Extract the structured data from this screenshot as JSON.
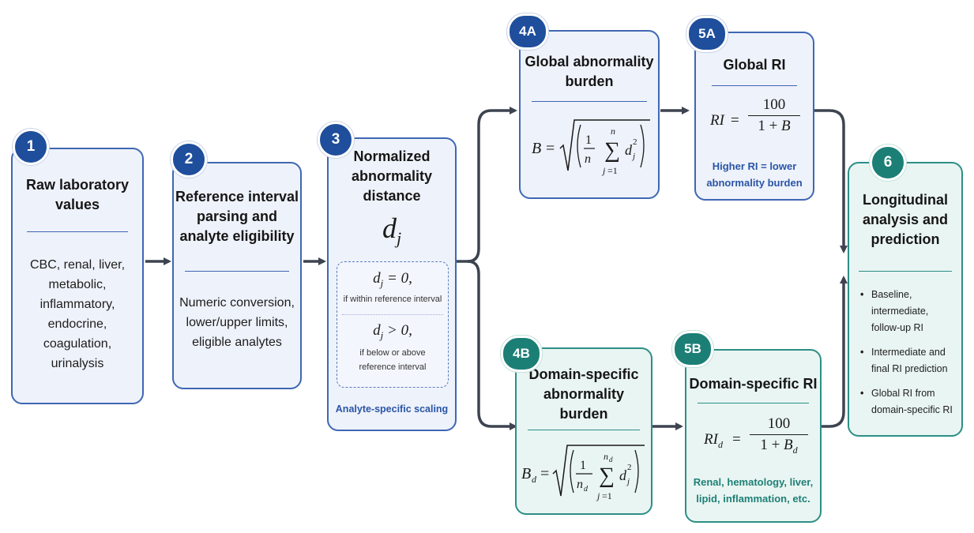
{
  "steps": {
    "s1": {
      "badge": "1",
      "title": "Raw laboratory values",
      "lines": [
        "CBC, renal, liver,",
        "metabolic,",
        "inflammatory,",
        "endocrine,",
        "coagulation,",
        "urinalysis"
      ]
    },
    "s2": {
      "badge": "2",
      "title_lines": [
        "Reference interval",
        "parsing and",
        "analyte eligibility"
      ],
      "lines": [
        "Numeric conversion,",
        "lower/upper limits,",
        "eligible analytes"
      ]
    },
    "s3": {
      "badge": "3",
      "title_lines": [
        "Normalized",
        "abnormality",
        "distance"
      ],
      "symbol": "d",
      "symbol_sub": "j",
      "case1_formula": "= 0,",
      "case1_caption": "if within reference interval",
      "case2_formula": "> 0,",
      "case2_caption_lines": [
        "if below or above",
        "reference interval"
      ],
      "note": "Analyte-specific scaling"
    },
    "s4a": {
      "badge": "4A",
      "title_lines": [
        "Global abnormality",
        "burden"
      ]
    },
    "s4b": {
      "badge": "4B",
      "title_lines": [
        "Domain-specific",
        "abnormality",
        "burden"
      ]
    },
    "s5a": {
      "badge": "5A",
      "title": "Global RI",
      "numerator": "100",
      "note_lines": [
        "Higher RI = lower",
        "abnormality burden"
      ]
    },
    "s5b": {
      "badge": "5B",
      "title": "Domain-specific RI",
      "numerator": "100",
      "note_lines": [
        "Renal, hematology, liver,",
        "lipid, inflammation, etc."
      ]
    },
    "s6": {
      "badge": "6",
      "title_lines": [
        "Longitudinal",
        "analysis and",
        "prediction"
      ],
      "bullets": [
        "Baseline, intermediate, follow-up RI",
        "Intermediate and final RI prediction",
        "Global RI from domain-specific RI"
      ]
    }
  },
  "colors": {
    "blue": "#3f67b3",
    "teal": "#2c8f86",
    "badge_blue": "#1e4e9c",
    "badge_teal": "#1c7f76",
    "arrow": "#3d4450"
  }
}
